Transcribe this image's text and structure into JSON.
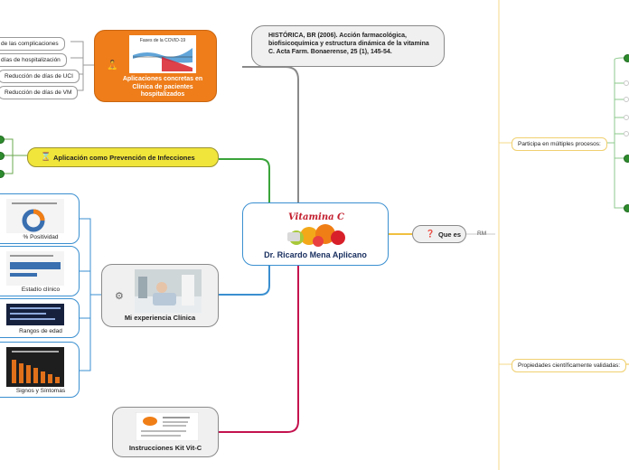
{
  "central": {
    "title": "Dr. Ricardo Mena Aplicano",
    "image_text": "Vitamina C"
  },
  "reference": {
    "text": "HISTÓRICA, BR (2006). Acción farmacológica, biofisicoquímica y estructura dinámica de la vitamina C. Acta Farm. Bonaerense, 25 (1), 145-54."
  },
  "apps": {
    "label": "Aplicaciones concretas en Clínica de pacientes hospitalizados",
    "chart_title": "Fases de la COVID-19",
    "leaves": [
      "ón de las complicaciones",
      "de días de hospitalización",
      "Reducción de días de UCI",
      "Reducción de días de VM"
    ]
  },
  "prevention": {
    "label": "Aplicación como Prevención de Infecciones",
    "icon": "hourglass-icon"
  },
  "experience": {
    "label": "Mi experiencia Clínica",
    "icon": "gear-icon",
    "children": [
      "% Positividad",
      "Estadío clínico",
      "Rangos de edad",
      "Signos y Síntomas"
    ]
  },
  "kit": {
    "label": "Instrucciones Kit Vit-C"
  },
  "que_es": {
    "label": "Que es",
    "icon": "question-icon",
    "note": "RM"
  },
  "right": {
    "participa": "Participa en múltiples procesos:",
    "propiedades": "Propiedades científicamente validadas:"
  },
  "colors": {
    "orange": "#ee7d1a",
    "yellow": "#f0e53a",
    "green": "#3aa43a",
    "blue": "#3a8fd0",
    "crimson": "#c4134e",
    "gray": "#8a8a8a",
    "gold": "#f0c040"
  }
}
